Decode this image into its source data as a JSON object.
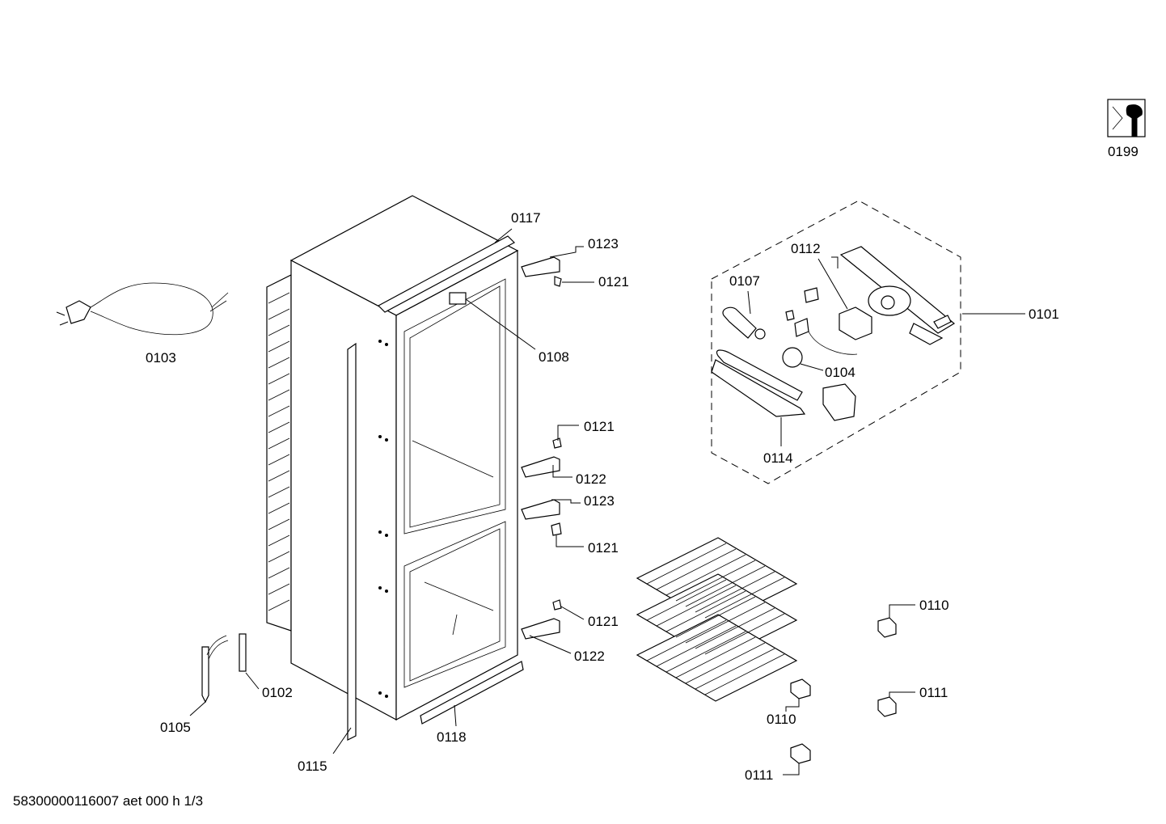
{
  "labels": {
    "l0199": "0199",
    "l0117": "0117",
    "l0123a": "0123",
    "l0121a": "0121",
    "l0103": "0103",
    "l0108": "0108",
    "l0121b": "0121",
    "l0122a": "0122",
    "l0123b": "0123",
    "l0121c": "0121",
    "l0121d": "0121",
    "l0122b": "0122",
    "l0102": "0102",
    "l0105": "0105",
    "l0118": "0118",
    "l0115": "0115",
    "l0112": "0112",
    "l0107": "0107",
    "l0101": "0101",
    "l0104": "0104",
    "l0114": "0114",
    "l0110a": "0110",
    "l0110b": "0110",
    "l0111a": "0111",
    "l0111b": "0111"
  },
  "footer": "58300000116007 aet 000 h 1/3",
  "icons": {
    "tool": "wrench-icon"
  }
}
